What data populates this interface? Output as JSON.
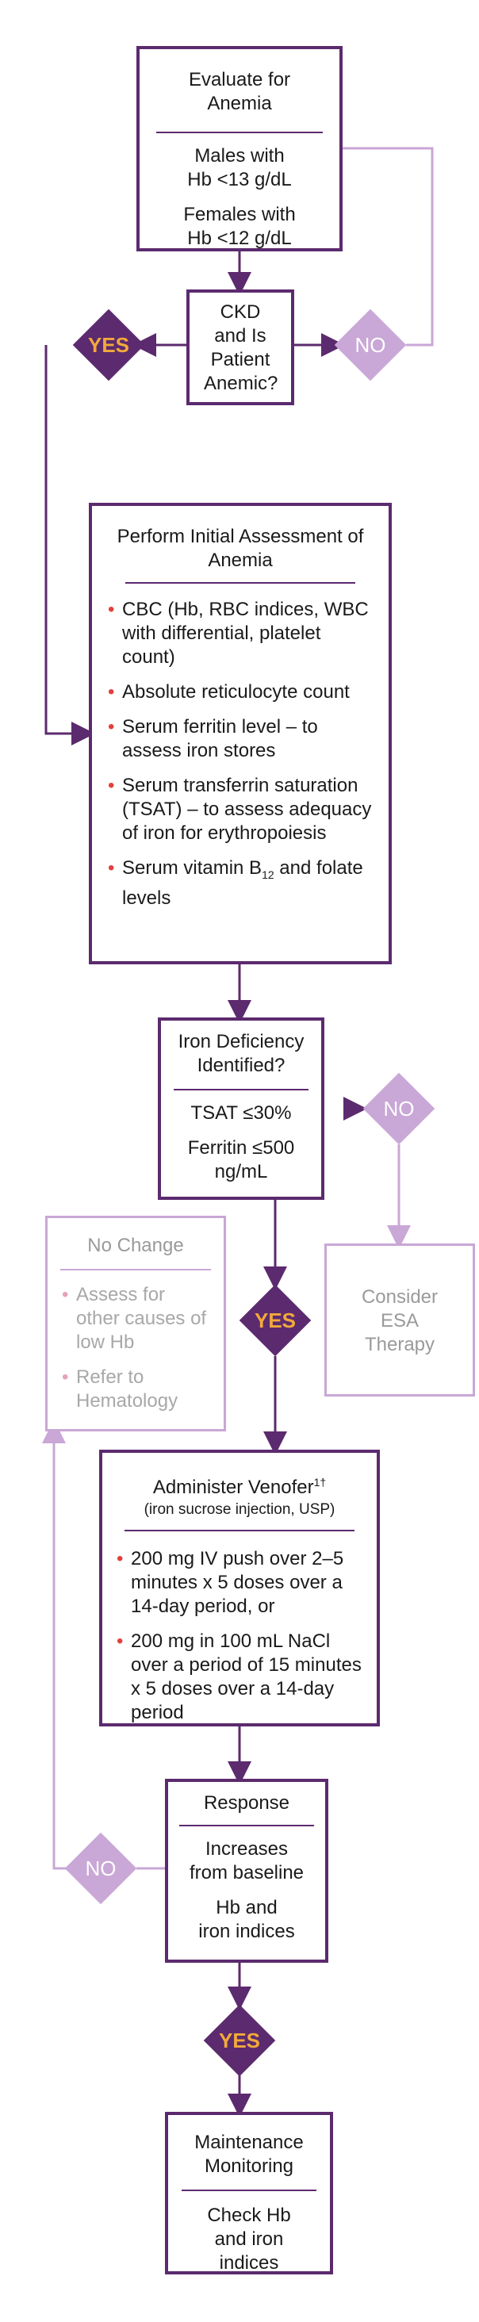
{
  "flow": {
    "evaluate": {
      "title": "Evaluate for Anemia",
      "males": "Males with Hb <13 g/dL",
      "females": "Females with Hb <12 g/dL"
    },
    "ckd_question": "CKD and Is Patient Anemic?",
    "decision_yes": "YES",
    "decision_no": "NO",
    "initial": {
      "title": "Perform Initial Assessment of Anemia",
      "items": [
        "CBC (Hb, RBC indices, WBC with differential, platelet count)",
        "Absolute reticulocyte count",
        "Serum ferritin level – to assess iron stores",
        "Serum transferrin saturation (TSAT) – to assess adequacy of iron for erythropoiesis"
      ],
      "vitamin_prefix": "Serum vitamin B",
      "vitamin_sub": "12",
      "vitamin_suffix": " and folate levels"
    },
    "iron": {
      "title": "Iron Deficiency Identified?",
      "tsat": "TSAT ≤30%",
      "ferritin": "Ferritin ≤500 ng/mL"
    },
    "no_change": {
      "title": "No Change",
      "items": [
        "Assess for other causes of low Hb",
        "Refer to Hematology"
      ]
    },
    "esa": "Consider ESA Therapy",
    "administer": {
      "title": "Administer Venofer",
      "title_sup": "1†",
      "subtitle": "(iron sucrose injection, USP)",
      "items": [
        "200 mg IV push over 2–5 minutes x 5 doses over a 14-day period, or",
        "200 mg in 100 mL NaCl over a period of 15 minutes x 5 doses over a 14-day period"
      ]
    },
    "response": {
      "title": "Response",
      "increases": "Increases from baseline",
      "indices": "Hb and iron indices"
    },
    "maintenance": {
      "title": "Maintenance Monitoring",
      "check": "Check Hb and iron indices"
    }
  },
  "colors": {
    "primary": "#5c2a6e",
    "light": "#c9a7d6",
    "yes_text": "#f2a93b",
    "bullet": "#e0403d"
  }
}
